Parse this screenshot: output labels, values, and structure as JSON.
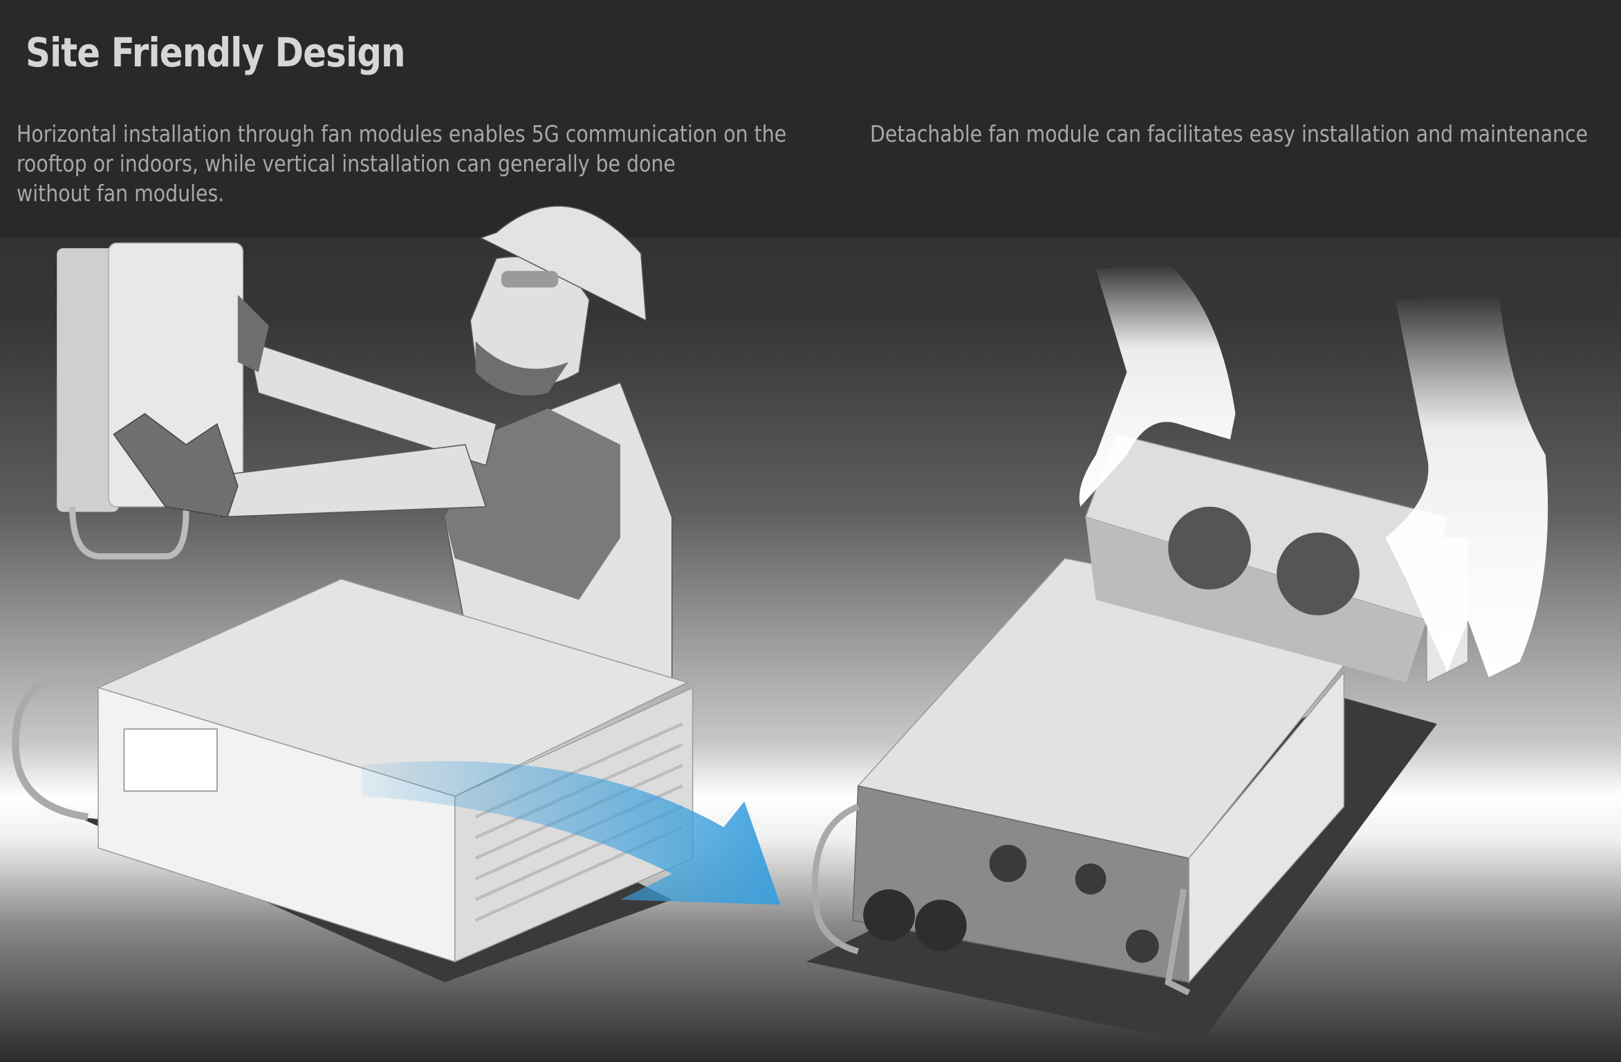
{
  "title": "Site Friendly Design",
  "left_panel": {
    "lines": [
      "Horizontal installation through fan modules enables 5G communication on the",
      "rooftop or indoors, while vertical installation can generally be done",
      "without fan modules."
    ]
  },
  "right_panel": {
    "description": "Detachable fan module can facilitates easy installation and maintenance"
  },
  "colors": {
    "background": "#292929",
    "airflow_arrow": "#3a9fdc",
    "device": "#e6e6e6"
  }
}
